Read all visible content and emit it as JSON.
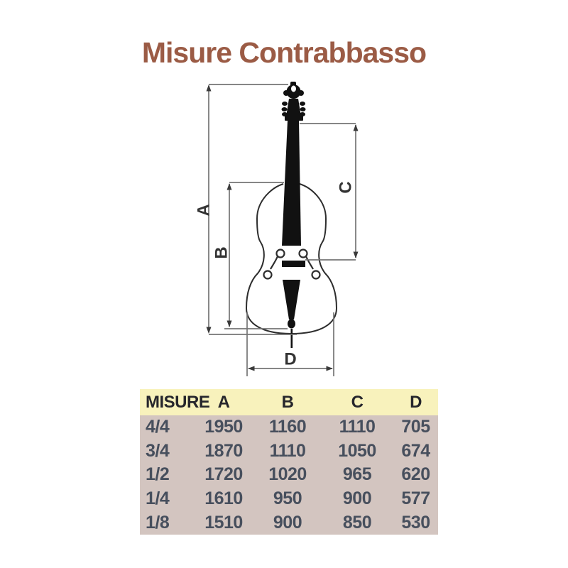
{
  "page": {
    "title": "Misure Contrabbasso",
    "title_color": "#9b5b45",
    "background_color": "#ffffff"
  },
  "diagram": {
    "subject": "double-bass-measurement-drawing",
    "dimension_labels": {
      "a": "A",
      "b": "B",
      "c": "C",
      "d": "D"
    },
    "dimension_line_color": "#747474",
    "drawing_color": "#111111"
  },
  "table": {
    "header": [
      "MISURE",
      "A",
      "B",
      "C",
      "D"
    ],
    "rows": [
      [
        "4/4",
        "1950",
        "1160",
        "1110",
        "705"
      ],
      [
        "3/4",
        "1870",
        "1110",
        "1050",
        "674"
      ],
      [
        "1/2",
        "1720",
        "1020",
        "965",
        "620"
      ],
      [
        "1/4",
        "1610",
        "950",
        "900",
        "577"
      ],
      [
        "1/8",
        "1510",
        "900",
        "850",
        "530"
      ]
    ],
    "header_bg": "#f8f2bc",
    "body_bg": "#d3c5c0",
    "header_text_color": "#26262c",
    "value_text_color": "#474f5d"
  }
}
